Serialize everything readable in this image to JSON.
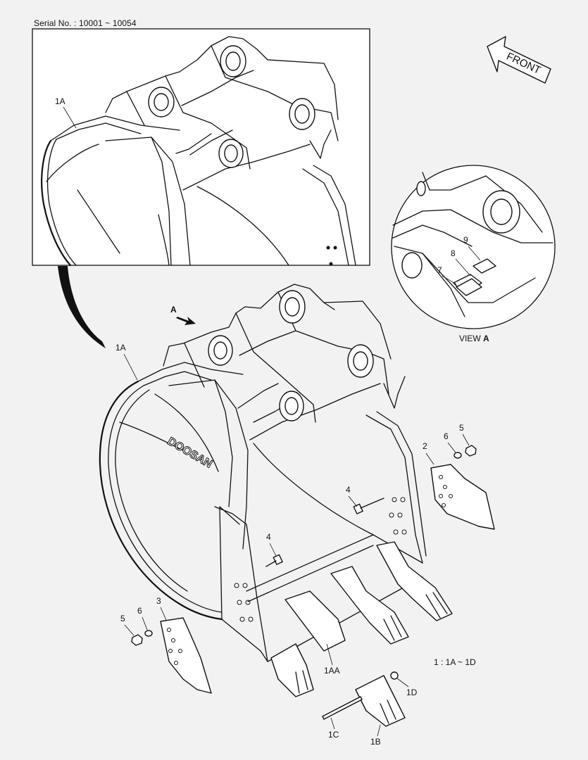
{
  "header": {
    "serial": "Serial No. : 10001 ~ 10054"
  },
  "front_arrow": {
    "label": "FRONT"
  },
  "view": {
    "prefix": "VIEW ",
    "letter": "A",
    "arrow_letter": "A"
  },
  "note": "1 : 1A ~ 1D",
  "logo_text": "DOOSAN",
  "callouts": {
    "inset_1A": "1A",
    "main_1A": "1A",
    "p2": "2",
    "p3": "3",
    "p4_right": "4",
    "p4_left": "4",
    "p5_right": "5",
    "p6_right": "6",
    "p5_left": "5",
    "p6_left": "6",
    "p7": "7",
    "p8": "8",
    "p9": "9",
    "p1AA": "1AA",
    "p1B": "1B",
    "p1C": "1C",
    "p1D": "1D"
  }
}
